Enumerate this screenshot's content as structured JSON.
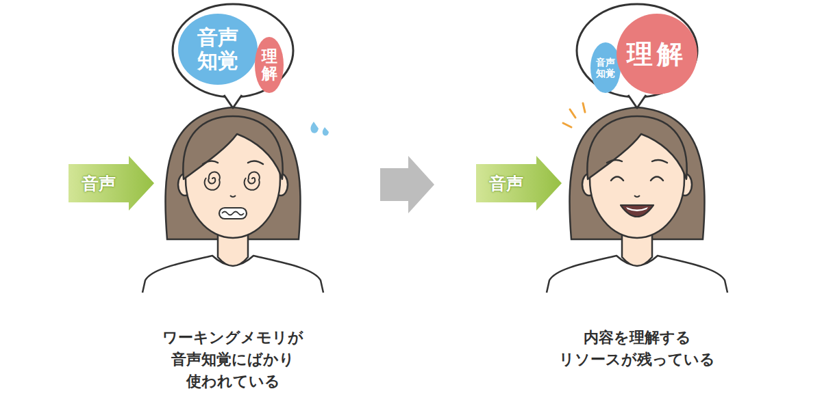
{
  "diagram": {
    "nodes": [
      {
        "text": [
          "音声知覚"
        ]
      },
      {
        "text": [
          "理解"
        ]
      },
      {
        "text": [
          "音声"
        ]
      },
      {
        "text": [
          "音声知覚"
        ]
      },
      {
        "text": [
          "理解"
        ]
      },
      {
        "text": [
          "音声"
        ]
      }
    ],
    "labels": [
      "ワーキングメモリが 音声知覚にばかり 使われている",
      "内容を理解する リソースが残っている"
    ]
  }
}
